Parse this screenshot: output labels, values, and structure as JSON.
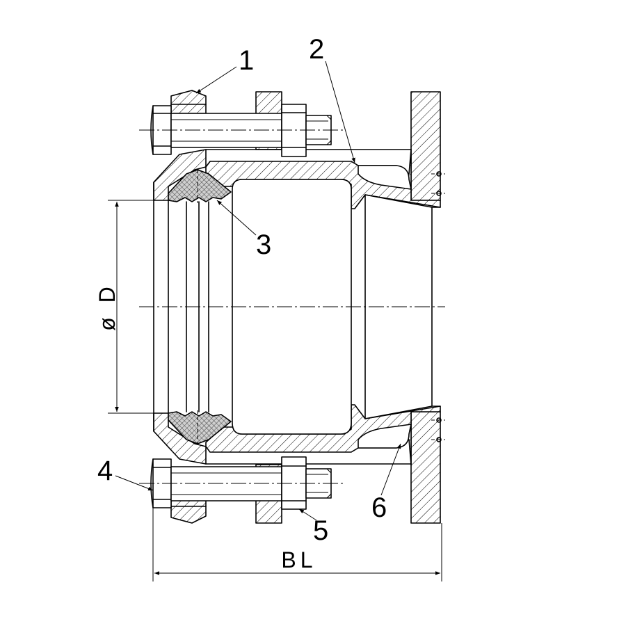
{
  "diagram": {
    "callouts": [
      {
        "id": "1",
        "text": "1"
      },
      {
        "id": "2",
        "text": "2"
      },
      {
        "id": "3",
        "text": "3"
      },
      {
        "id": "4",
        "text": "4"
      },
      {
        "id": "5",
        "text": "5"
      },
      {
        "id": "6",
        "text": "6"
      }
    ],
    "dimensions": {
      "diameter": "ø D",
      "length": "BL"
    }
  }
}
